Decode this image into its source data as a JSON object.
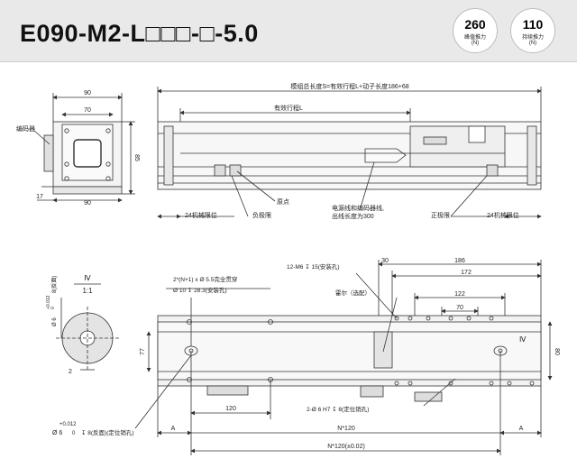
{
  "header": {
    "title": "E090-M2-L□□□-□-5.0",
    "badges": [
      {
        "value": "260",
        "label": "峰值推力",
        "unit": "(N)"
      },
      {
        "value": "110",
        "label": "持续推力",
        "unit": "(N)"
      }
    ]
  },
  "top_view": {
    "dims": {
      "width_outer": "90",
      "width_inner": "70",
      "height": "85",
      "offset": "17",
      "width_bottom": "90"
    },
    "labels": {
      "encoder": "编码器"
    }
  },
  "side_view": {
    "labels": {
      "total_length": "模组总长度S=有效行程L+动子长度186+68",
      "stroke": "有效行程L",
      "left_limit": "24机械限位",
      "negative_limit": "负极限",
      "origin": "原点",
      "cable": "电源线和编码器线,",
      "cable_length": "出线长度为300",
      "positive_limit": "正极限",
      "right_limit": "24机械限位"
    }
  },
  "detail_view": {
    "name": "Ⅳ",
    "scale": "1:1",
    "dim_diameter": "Ø 6",
    "dim_tol_top": "+0.012",
    "dim_tol_bottom": "0",
    "dim_depth": "8(反面)",
    "dim_two": "2"
  },
  "bottom_view": {
    "labels": {
      "through_hole": "2*(N+1) x Ø 5.5完全贯穿",
      "counterbore": "Ø 10 ↧ 28.3(安装孔)",
      "thread_holes": "12-M6 ↧ 15(安装孔)",
      "hall": "霍尔（选配）",
      "pin_holes": "2-Ø 6 H7 ↧ 8(定位销孔)",
      "pin_hole_left_tol_top": "+0.012",
      "pin_hole_left_tol_bottom": "0",
      "pin_hole_left": "Ø 6",
      "pin_hole_left_depth": "↧ 8(反面)(定位销孔)",
      "detail_mark": "Ⅳ"
    },
    "dims": {
      "d30": "30",
      "d186": "186",
      "d172": "172",
      "d122": "122",
      "d70": "70",
      "d77": "77",
      "d80": "80",
      "d120": "120",
      "a_left": "A",
      "a_right": "A",
      "n120": "N*120",
      "n120_tol": "N*120(±0.02)"
    }
  }
}
